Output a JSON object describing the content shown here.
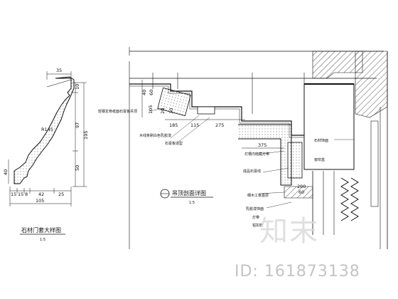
{
  "profile_dimensions": {
    "top_width": "35",
    "right_dims": [
      "10",
      "97",
      "195",
      "50"
    ],
    "left_dim": "40",
    "radius": "R145",
    "bottom_dims": [
      "15",
      "15",
      "8",
      "42",
      "25"
    ],
    "total_width": "105"
  },
  "profile_title": "石材门套大样图",
  "profile_scale": "1:5",
  "section_title": "吊顶剖面详图",
  "section_scale": "1:5",
  "section_dimensions": {
    "vertical": [
      "40",
      "60",
      "105",
      "20",
      "30"
    ],
    "horizontal": [
      "185",
      "115",
      "275",
      "375",
      "200",
      "60"
    ]
  },
  "section_notes": [
    "轻钢龙骨纸面石膏板吊顶",
    "木线条刷白色乳胶漆",
    "石膏板造型",
    "灯槽内暗藏灯带",
    "成品石膏线",
    "细木工板基层",
    "乳胶漆饰面",
    "灯带",
    "铝扣板",
    "石材饰面",
    "窗帘盒"
  ],
  "watermark": {
    "brand": "知末",
    "id_text": "ID: 161873138"
  }
}
